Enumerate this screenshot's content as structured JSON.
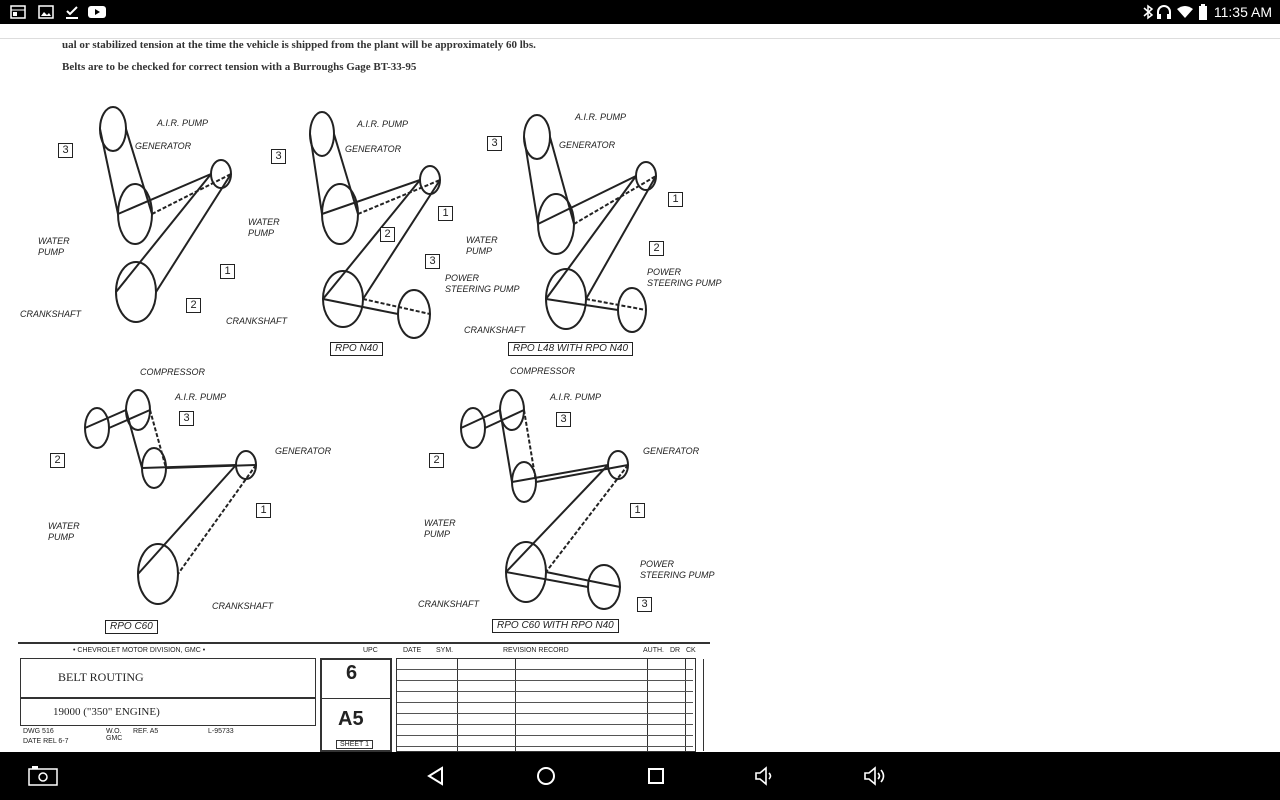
{
  "status_bar": {
    "left_icons": [
      "calendar-icon",
      "gallery-icon",
      "download-done-icon",
      "youtube-icon"
    ],
    "right_icons": [
      "bluetooth-icon",
      "headphones-icon",
      "wifi-icon",
      "battery-icon"
    ],
    "time": "11:35 AM"
  },
  "document": {
    "text_line_1": "ual or stabilized tension at the time the vehicle is shipped from the plant will be approximately 60 lbs.",
    "text_line_2": "Belts are to be checked for correct tension with a Burroughs Gage BT-33-95",
    "diagrams": [
      {
        "labels": [
          "A.I.R. PUMP",
          "GENERATOR",
          "WATER PUMP",
          "CRANKSHAFT"
        ],
        "numbers": [
          "3",
          "1",
          "2"
        ]
      },
      {
        "labels": [
          "A.I.R. PUMP",
          "GENERATOR",
          "WATER PUMP",
          "POWER STEERING PUMP",
          "CRANKSHAFT"
        ],
        "numbers": [
          "3",
          "1",
          "2",
          "3"
        ],
        "caption": "RPO N40"
      },
      {
        "labels": [
          "A.I.R. PUMP",
          "GENERATOR",
          "WATER PUMP",
          "POWER STEERING PUMP",
          "CRANKSHAFT"
        ],
        "numbers": [
          "3",
          "1",
          "2"
        ],
        "caption": "RPO L48 WITH RPO N40"
      },
      {
        "labels": [
          "COMPRESSOR",
          "A.I.R. PUMP",
          "GENERATOR",
          "WATER PUMP",
          "CRANKSHAFT"
        ],
        "numbers": [
          "3",
          "2",
          "1"
        ],
        "caption": "RPO C60"
      },
      {
        "labels": [
          "COMPRESSOR",
          "A.I.R. PUMP",
          "GENERATOR",
          "WATER PUMP",
          "POWER STEERING PUMP",
          "CRANKSHAFT"
        ],
        "numbers": [
          "3",
          "2",
          "1",
          "3"
        ],
        "caption": "RPO C60 WITH RPO N40"
      }
    ],
    "title_block": {
      "division": "• CHEVROLET MOTOR DIVISION, GMC •",
      "title": "BELT ROUTING",
      "subtitle": "19000 (\"350\" ENGINE)",
      "upc_label": "UPC",
      "upc": "6",
      "code": "A5",
      "sheet": "SHEET 1",
      "dwg": "DWG 516",
      "date": "DATE REL 6-7",
      "wo": "W.O. GMC",
      "ref": "REF. A5",
      "l_number": "L-95733",
      "rev_headers": [
        "DATE",
        "SYM.",
        "REVISION RECORD",
        "AUTH.",
        "DR",
        "CK"
      ]
    }
  },
  "nav_bar": {
    "buttons": [
      "screenshot-icon",
      "back-icon",
      "home-icon",
      "recents-icon",
      "volume-down-icon",
      "volume-up-icon"
    ]
  }
}
